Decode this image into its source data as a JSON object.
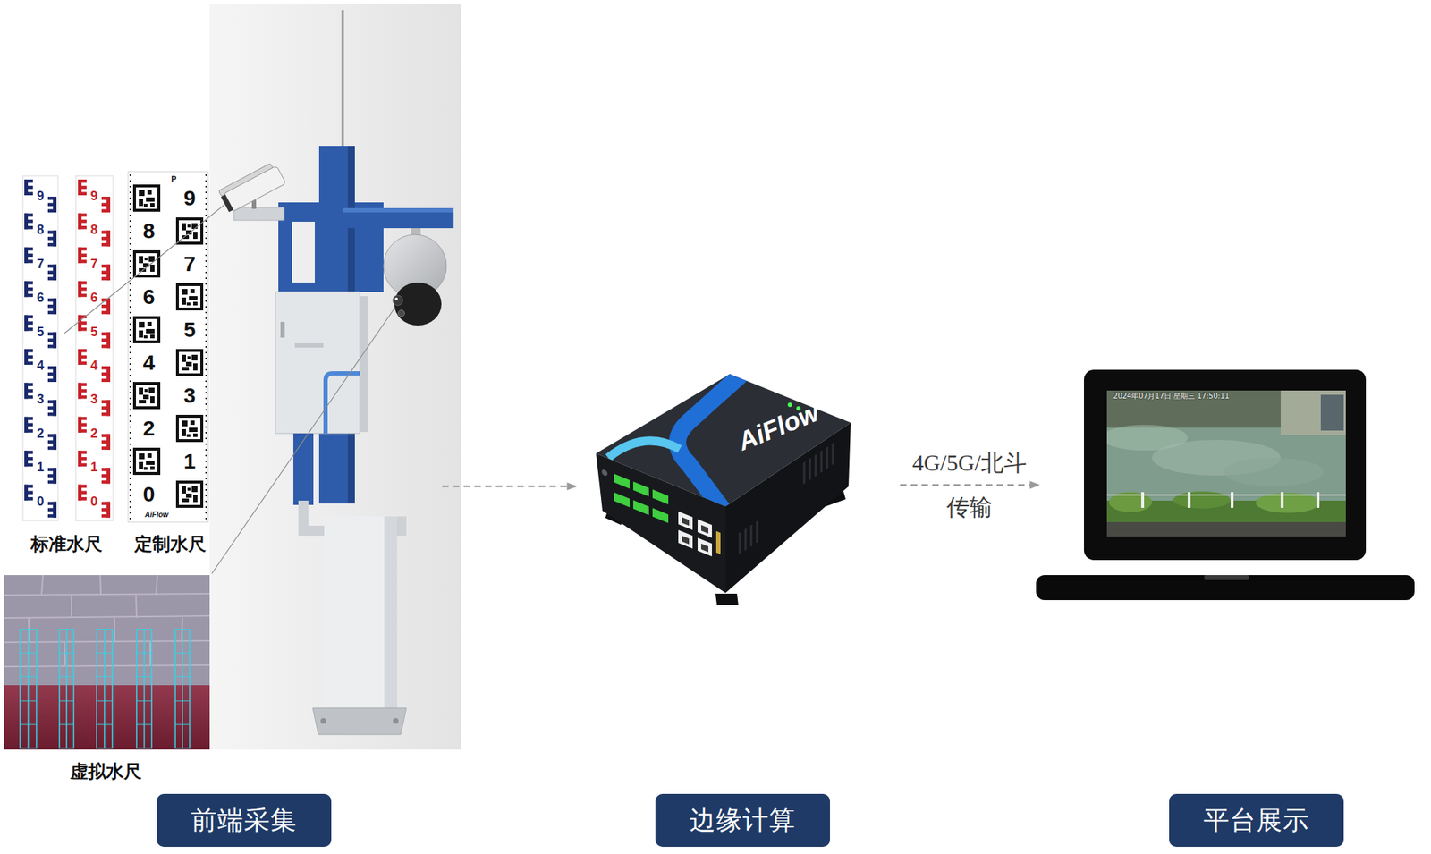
{
  "diagram": {
    "nodes": [
      {
        "text": [
          "前端采集"
        ]
      },
      {
        "text": [
          "边缘计算"
        ]
      },
      {
        "text": [
          "平台展示"
        ]
      }
    ],
    "edges": [
      {
        "from": 0,
        "to": 1,
        "arrow": "to"
      },
      {
        "from": 1,
        "to": 2,
        "label": "4G/5G/北斗 传输",
        "arrow": "to"
      }
    ],
    "labels": [
      "9",
      "8",
      "7",
      "6",
      "5",
      "4",
      "3",
      "2",
      "1",
      "0",
      "9",
      "8",
      "7",
      "6",
      "5",
      "4",
      "3",
      "2",
      "1",
      "0",
      "9",
      "8",
      "7",
      "6",
      "5",
      "4",
      "3",
      "2",
      "1",
      "0",
      "P",
      "AiFlow",
      "标准水尺",
      "定制水尺",
      "虚拟水尺",
      "AiFlow",
      "2024年07月17日 星期三 17:50:11"
    ]
  }
}
